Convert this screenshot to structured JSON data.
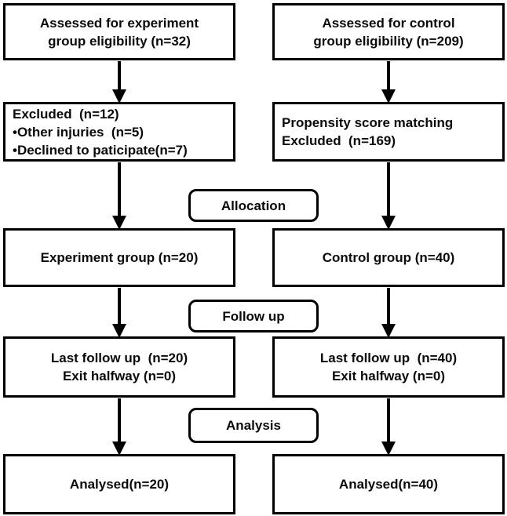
{
  "diagram": {
    "left_column": {
      "assessed": "Assessed for experiment\ngroup eligibility (n=32)",
      "excluded": "Excluded  (n=12)\n•Other injuries  (n=5)\n•Declined to paticipate(n=7)",
      "group": "Experiment group (n=20)",
      "follow_up": "Last follow up  (n=20)\nExit halfway (n=0)",
      "analysed": "Analysed(n=20)"
    },
    "right_column": {
      "assessed": "Assessed for control\ngroup eligibility (n=209)",
      "excluded": "Propensity score matching\nExcluded  (n=169)",
      "group": "Control group (n=40)",
      "follow_up": "Last follow up  (n=40)\nExit halfway (n=0)",
      "analysed": "Analysed(n=40)"
    },
    "stage_labels": {
      "allocation": "Allocation",
      "follow_up": "Follow up",
      "analysis": "Analysis"
    },
    "colors": {
      "border": "#000000",
      "text": "#0a0a0a",
      "background": "#ffffff"
    }
  }
}
